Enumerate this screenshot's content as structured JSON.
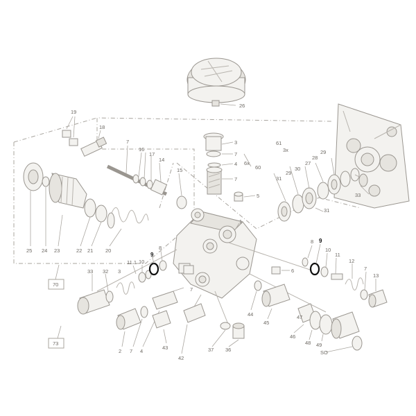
{
  "labels": [
    {
      "id": "l26",
      "text": "26"
    },
    {
      "id": "l19",
      "text": "19"
    },
    {
      "id": "l18",
      "text": "18"
    },
    {
      "id": "l7a",
      "text": "7"
    },
    {
      "id": "l16",
      "text": "16"
    },
    {
      "id": "l17",
      "text": "17"
    },
    {
      "id": "l14",
      "text": "14"
    },
    {
      "id": "l15",
      "text": "15"
    },
    {
      "id": "l3a",
      "text": "3"
    },
    {
      "id": "l7b",
      "text": "7"
    },
    {
      "id": "l4a",
      "text": "4"
    },
    {
      "id": "l7c",
      "text": "7"
    },
    {
      "id": "l6x",
      "text": "6x"
    },
    {
      "id": "l60",
      "text": "60"
    },
    {
      "id": "l5",
      "text": "5"
    },
    {
      "id": "l61",
      "text": "61"
    },
    {
      "id": "l3x",
      "text": "3x"
    },
    {
      "id": "l29a",
      "text": "29"
    },
    {
      "id": "l28",
      "text": "28"
    },
    {
      "id": "l30",
      "text": "30"
    },
    {
      "id": "l27",
      "text": "27"
    },
    {
      "id": "l29b",
      "text": "29"
    },
    {
      "id": "l31a",
      "text": "31"
    },
    {
      "id": "l31b",
      "text": "31"
    },
    {
      "id": "l33a",
      "text": "33"
    },
    {
      "id": "l25",
      "text": "25"
    },
    {
      "id": "l24",
      "text": "24"
    },
    {
      "id": "l23",
      "text": "23"
    },
    {
      "id": "l22",
      "text": "22"
    },
    {
      "id": "l21",
      "text": "21"
    },
    {
      "id": "l20",
      "text": "20"
    },
    {
      "id": "l1",
      "text": "1"
    },
    {
      "id": "l70",
      "text": "70"
    },
    {
      "id": "l33b",
      "text": "33"
    },
    {
      "id": "l32",
      "text": "32"
    },
    {
      "id": "l3b",
      "text": "3"
    },
    {
      "id": "l10a",
      "text": "10"
    },
    {
      "id": "l11a",
      "text": "11.1"
    },
    {
      "id": "l9a",
      "text": "9"
    },
    {
      "id": "l8a",
      "text": "8"
    },
    {
      "id": "l6",
      "text": "6"
    },
    {
      "id": "l8b",
      "text": "8"
    },
    {
      "id": "l9b",
      "text": "9"
    },
    {
      "id": "l10b",
      "text": "10"
    },
    {
      "id": "l11b",
      "text": "11"
    },
    {
      "id": "l12",
      "text": "12"
    },
    {
      "id": "l7d",
      "text": "7"
    },
    {
      "id": "l13",
      "text": "13"
    },
    {
      "id": "l7e",
      "text": "7"
    },
    {
      "id": "l44",
      "text": "44"
    },
    {
      "id": "l45",
      "text": "45"
    },
    {
      "id": "l46",
      "text": "46"
    },
    {
      "id": "l47",
      "text": "47"
    },
    {
      "id": "l48",
      "text": "48"
    },
    {
      "id": "l49",
      "text": "49"
    },
    {
      "id": "l50",
      "text": "SO"
    },
    {
      "id": "l2",
      "text": "2"
    },
    {
      "id": "l7f",
      "text": "7"
    },
    {
      "id": "l4b",
      "text": "4"
    },
    {
      "id": "l43",
      "text": "43"
    },
    {
      "id": "l42",
      "text": "42"
    },
    {
      "id": "l37",
      "text": "37"
    },
    {
      "id": "l36",
      "text": "36"
    },
    {
      "id": "l73",
      "text": "73"
    }
  ]
}
